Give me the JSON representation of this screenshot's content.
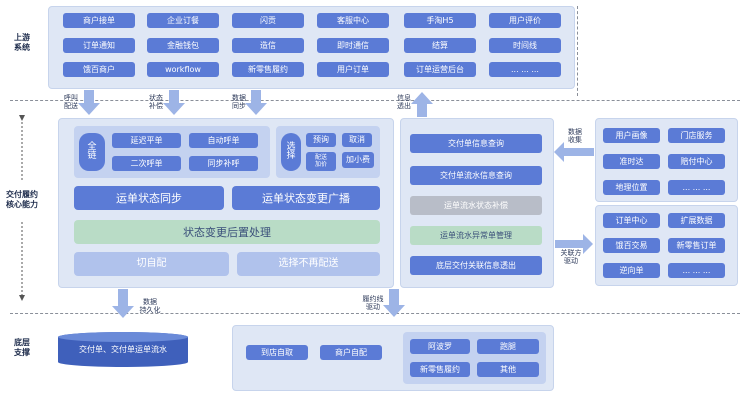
{
  "side_labels": {
    "upstream": "上游\n系统",
    "core": "交付履约\n核心能力",
    "bottom": "底层\n支撑"
  },
  "upstream_buttons": [
    "商户接单",
    "企业订餐",
    "闪贡",
    "客服中心",
    "手淘H5",
    "用户评价",
    "订单通知",
    "金融钱包",
    "造信",
    "即时通信",
    "结算",
    "时间线",
    "饿百商户",
    "workflow",
    "新零售履约",
    "用户订单",
    "订单运营后台",
    "... ... ..."
  ],
  "flow_labels": {
    "call_dispatch": "呼叫\n配送",
    "status_supplement": "状态\n补偿",
    "data_sync": "数据\n同步",
    "info_out": "信息\n透出",
    "data_collect": "数据\n收集",
    "related_drive": "关联方\n驱动",
    "data_persist": "数据\n持久化",
    "fulfill_drive": "履约线\n驱动"
  },
  "core": {
    "full_chain": "全\n链",
    "chain_buttons": [
      "延迟平单",
      "自动呼单",
      "二次呼单",
      "同步补呼"
    ],
    "optional_label": "选\n择",
    "optional_buttons": [
      "预询",
      "取消",
      "配送\n加价",
      "加小费"
    ],
    "sync_left": "运单状态同步",
    "sync_right": "运单状态变更广播",
    "post_process": "状态变更后置处理",
    "self_dispatch": "切自配",
    "no_dispatch": "选择不再配送"
  },
  "query_column": [
    "交付单信息查询",
    "交付单流水信息查询",
    "运单流水状态补偿",
    "运单流水异常单管理",
    "底层交付关联信息透出"
  ],
  "right_top": [
    "用户画像",
    "门店服务",
    "准时达",
    "赔付中心",
    "地理位置",
    "... ... ..."
  ],
  "right_bottom": [
    "订单中心",
    "扩展数据",
    "饿百交易",
    "新零售订单",
    "逆向单",
    "... ... ..."
  ],
  "storage": "交付单、交付单运单流水",
  "bottom_left": [
    "到店自取",
    "商户自配"
  ],
  "bottom_right": [
    "阿波罗",
    "跑腿",
    "新零售履约",
    "其他"
  ]
}
